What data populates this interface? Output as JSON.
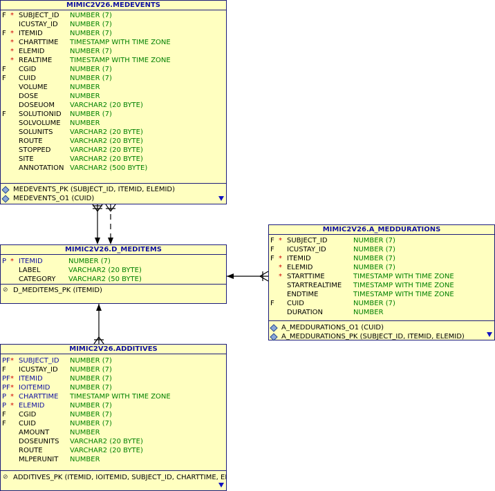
{
  "tables": {
    "medevents": {
      "title": "MIMIC2V26.MEDEVENTS",
      "columns": [
        {
          "key": "F",
          "mandatory": "*",
          "name": "SUBJECT_ID",
          "type": "NUMBER (7)"
        },
        {
          "key": "",
          "mandatory": "",
          "name": "ICUSTAY_ID",
          "type": "NUMBER (7)"
        },
        {
          "key": "F",
          "mandatory": "*",
          "name": "ITEMID",
          "type": "NUMBER (7)"
        },
        {
          "key": "",
          "mandatory": "*",
          "name": "CHARTTIME",
          "type": "TIMESTAMP WITH TIME ZONE"
        },
        {
          "key": "",
          "mandatory": "*",
          "name": "ELEMID",
          "type": "NUMBER (7)"
        },
        {
          "key": "",
          "mandatory": "*",
          "name": "REALTIME",
          "type": "TIMESTAMP WITH TIME ZONE"
        },
        {
          "key": "F",
          "mandatory": "",
          "name": "CGID",
          "type": "NUMBER (7)"
        },
        {
          "key": "F",
          "mandatory": "",
          "name": "CUID",
          "type": "NUMBER (7)"
        },
        {
          "key": "",
          "mandatory": "",
          "name": "VOLUME",
          "type": "NUMBER"
        },
        {
          "key": "",
          "mandatory": "",
          "name": "DOSE",
          "type": "NUMBER"
        },
        {
          "key": "",
          "mandatory": "",
          "name": "DOSEUOM",
          "type": "VARCHAR2 (20 BYTE)"
        },
        {
          "key": "F",
          "mandatory": "",
          "name": "SOLUTIONID",
          "type": "NUMBER (7)"
        },
        {
          "key": "",
          "mandatory": "",
          "name": "SOLVOLUME",
          "type": "NUMBER"
        },
        {
          "key": "",
          "mandatory": "",
          "name": "SOLUNITS",
          "type": "VARCHAR2 (20 BYTE)"
        },
        {
          "key": "",
          "mandatory": "",
          "name": "ROUTE",
          "type": "VARCHAR2 (20 BYTE)"
        },
        {
          "key": "",
          "mandatory": "",
          "name": "STOPPED",
          "type": "VARCHAR2 (20 BYTE)"
        },
        {
          "key": "",
          "mandatory": "",
          "name": "SITE",
          "type": "VARCHAR2 (20 BYTE)"
        },
        {
          "key": "",
          "mandatory": "",
          "name": "ANNOTATION",
          "type": "VARCHAR2 (500 BYTE)"
        }
      ],
      "indexes": [
        {
          "icon": "diamond-icon",
          "text": "MEDEVENTS_PK (SUBJECT_ID, ITEMID, ELEMID)"
        },
        {
          "icon": "diamond-icon",
          "text": "MEDEVENTS_O1 (CUID)"
        }
      ]
    },
    "d_meditems": {
      "title": "MIMIC2V26.D_MEDITEMS",
      "columns": [
        {
          "key": "P",
          "mandatory": "*",
          "name": "ITEMID",
          "type": "NUMBER (7)"
        },
        {
          "key": "",
          "mandatory": "",
          "name": "LABEL",
          "type": "VARCHAR2 (20 BYTE)"
        },
        {
          "key": "",
          "mandatory": "",
          "name": "CATEGORY",
          "type": "VARCHAR2 (50 BYTE)"
        }
      ],
      "indexes": [
        {
          "icon": "key-icon",
          "text": "D_MEDITEMS_PK (ITEMID)"
        }
      ]
    },
    "a_meddurations": {
      "title": "MIMIC2V26.A_MEDDURATIONS",
      "columns": [
        {
          "key": "F",
          "mandatory": "*",
          "name": "SUBJECT_ID",
          "type": "NUMBER (7)"
        },
        {
          "key": "F",
          "mandatory": "",
          "name": "ICUSTAY_ID",
          "type": "NUMBER (7)"
        },
        {
          "key": "F",
          "mandatory": "*",
          "name": "ITEMID",
          "type": "NUMBER (7)"
        },
        {
          "key": "",
          "mandatory": "*",
          "name": "ELEMID",
          "type": "NUMBER (7)"
        },
        {
          "key": "",
          "mandatory": "*",
          "name": "STARTTIME",
          "type": "TIMESTAMP WITH TIME ZONE"
        },
        {
          "key": "",
          "mandatory": "",
          "name": "STARTREALTIME",
          "type": "TIMESTAMP WITH TIME ZONE"
        },
        {
          "key": "",
          "mandatory": "",
          "name": "ENDTIME",
          "type": "TIMESTAMP WITH TIME ZONE"
        },
        {
          "key": "F",
          "mandatory": "",
          "name": "CUID",
          "type": "NUMBER (7)"
        },
        {
          "key": "",
          "mandatory": "",
          "name": "DURATION",
          "type": "NUMBER"
        }
      ],
      "indexes": [
        {
          "icon": "diamond-icon",
          "text": "A_MEDDURATIONS_O1 (CUID)"
        },
        {
          "icon": "diamond-icon",
          "text": "A_MEDDURATIONS_PK (SUBJECT_ID, ITEMID, ELEMID)"
        }
      ]
    },
    "additives": {
      "title": "MIMIC2V26.ADDITIVES",
      "columns": [
        {
          "key": "PF",
          "mandatory": "*",
          "name": "SUBJECT_ID",
          "type": "NUMBER (7)"
        },
        {
          "key": "F",
          "mandatory": "",
          "name": "ICUSTAY_ID",
          "type": "NUMBER (7)"
        },
        {
          "key": "PF",
          "mandatory": "*",
          "name": "ITEMID",
          "type": "NUMBER (7)"
        },
        {
          "key": "PF",
          "mandatory": "*",
          "name": "IOITEMID",
          "type": "NUMBER (7)"
        },
        {
          "key": "P",
          "mandatory": "*",
          "name": "CHARTTIME",
          "type": "TIMESTAMP WITH TIME ZONE"
        },
        {
          "key": "P",
          "mandatory": "*",
          "name": "ELEMID",
          "type": "NUMBER (7)"
        },
        {
          "key": "F",
          "mandatory": "",
          "name": "CGID",
          "type": "NUMBER (7)"
        },
        {
          "key": "F",
          "mandatory": "",
          "name": "CUID",
          "type": "NUMBER (7)"
        },
        {
          "key": "",
          "mandatory": "",
          "name": "AMOUNT",
          "type": "NUMBER"
        },
        {
          "key": "",
          "mandatory": "",
          "name": "DOSEUNITS",
          "type": "VARCHAR2 (20 BYTE)"
        },
        {
          "key": "",
          "mandatory": "",
          "name": "ROUTE",
          "type": "VARCHAR2 (20 BYTE)"
        },
        {
          "key": "",
          "mandatory": "",
          "name": "MLPERUNIT",
          "type": "NUMBER"
        }
      ],
      "indexes": [
        {
          "icon": "key-icon",
          "text": "ADDITIVES_PK (ITEMID, IOITEMID, SUBJECT_ID, CHARTTIME, ELEMID)"
        }
      ]
    }
  },
  "colors": {
    "table_fill": "#ffffc0",
    "border": "#1a1a7a",
    "title_text": "#1010a0",
    "type_text": "#008000",
    "key_text": "#1010a0",
    "mandatory_marker": "#d00000"
  }
}
